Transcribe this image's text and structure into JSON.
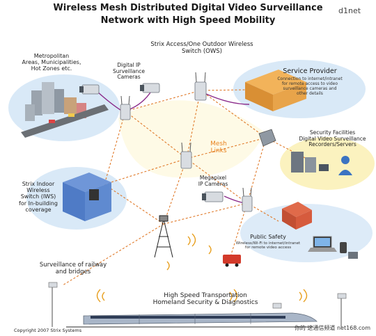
{
  "header": {
    "title_line1": "Wireless Mesh Distributed Digital Video Surveillance",
    "title_line2": "Network with High Speed Mobility",
    "watermark": "d1net"
  },
  "labels": {
    "metro": "Metropolitan\nAreas, Municipalities,\nHot Zones etc.",
    "digital_ip": "Digital IP\nSurveillance\nCameras",
    "ows": "Strix Access/One Outdoor Wireless\nSwitch (OWS)",
    "service_provider_title": "Service Provider",
    "service_provider_desc": "Connection to internet/intranet\nfor remote access to video\nsurveillance cameras and\nother details",
    "security": "Security Facilities\nDigital Video Surveillance\nRecorders/Servers",
    "mesh": "Mesh\nLinks",
    "iws": "Strix Indoor\nWireless\nSwitch (IWS)\nfor In-building\ncoverage",
    "megapixel": "Megapixel\nIP Cameras",
    "public_safety_title": "Public Safety",
    "public_safety_desc": "Wireless/Wi-Fi to internet/intranet\nfor remote video access",
    "railway": "Surveillance of railway\nand bridges",
    "transport": "High Speed Transportation\nHomeland Security & Diagnostics",
    "copyright": "Copyright 2007 Strix Systems",
    "footer_watermark": "你的 这通信频道 net168.com"
  },
  "colors": {
    "mesh_link": "#e07a2a",
    "mesh_text": "#e8821e",
    "cable": "#8a2a8a",
    "cloud_blue": "#cfe3f5",
    "cloud_yellow": "#fbf1b8",
    "train": "#a9b6c8"
  }
}
